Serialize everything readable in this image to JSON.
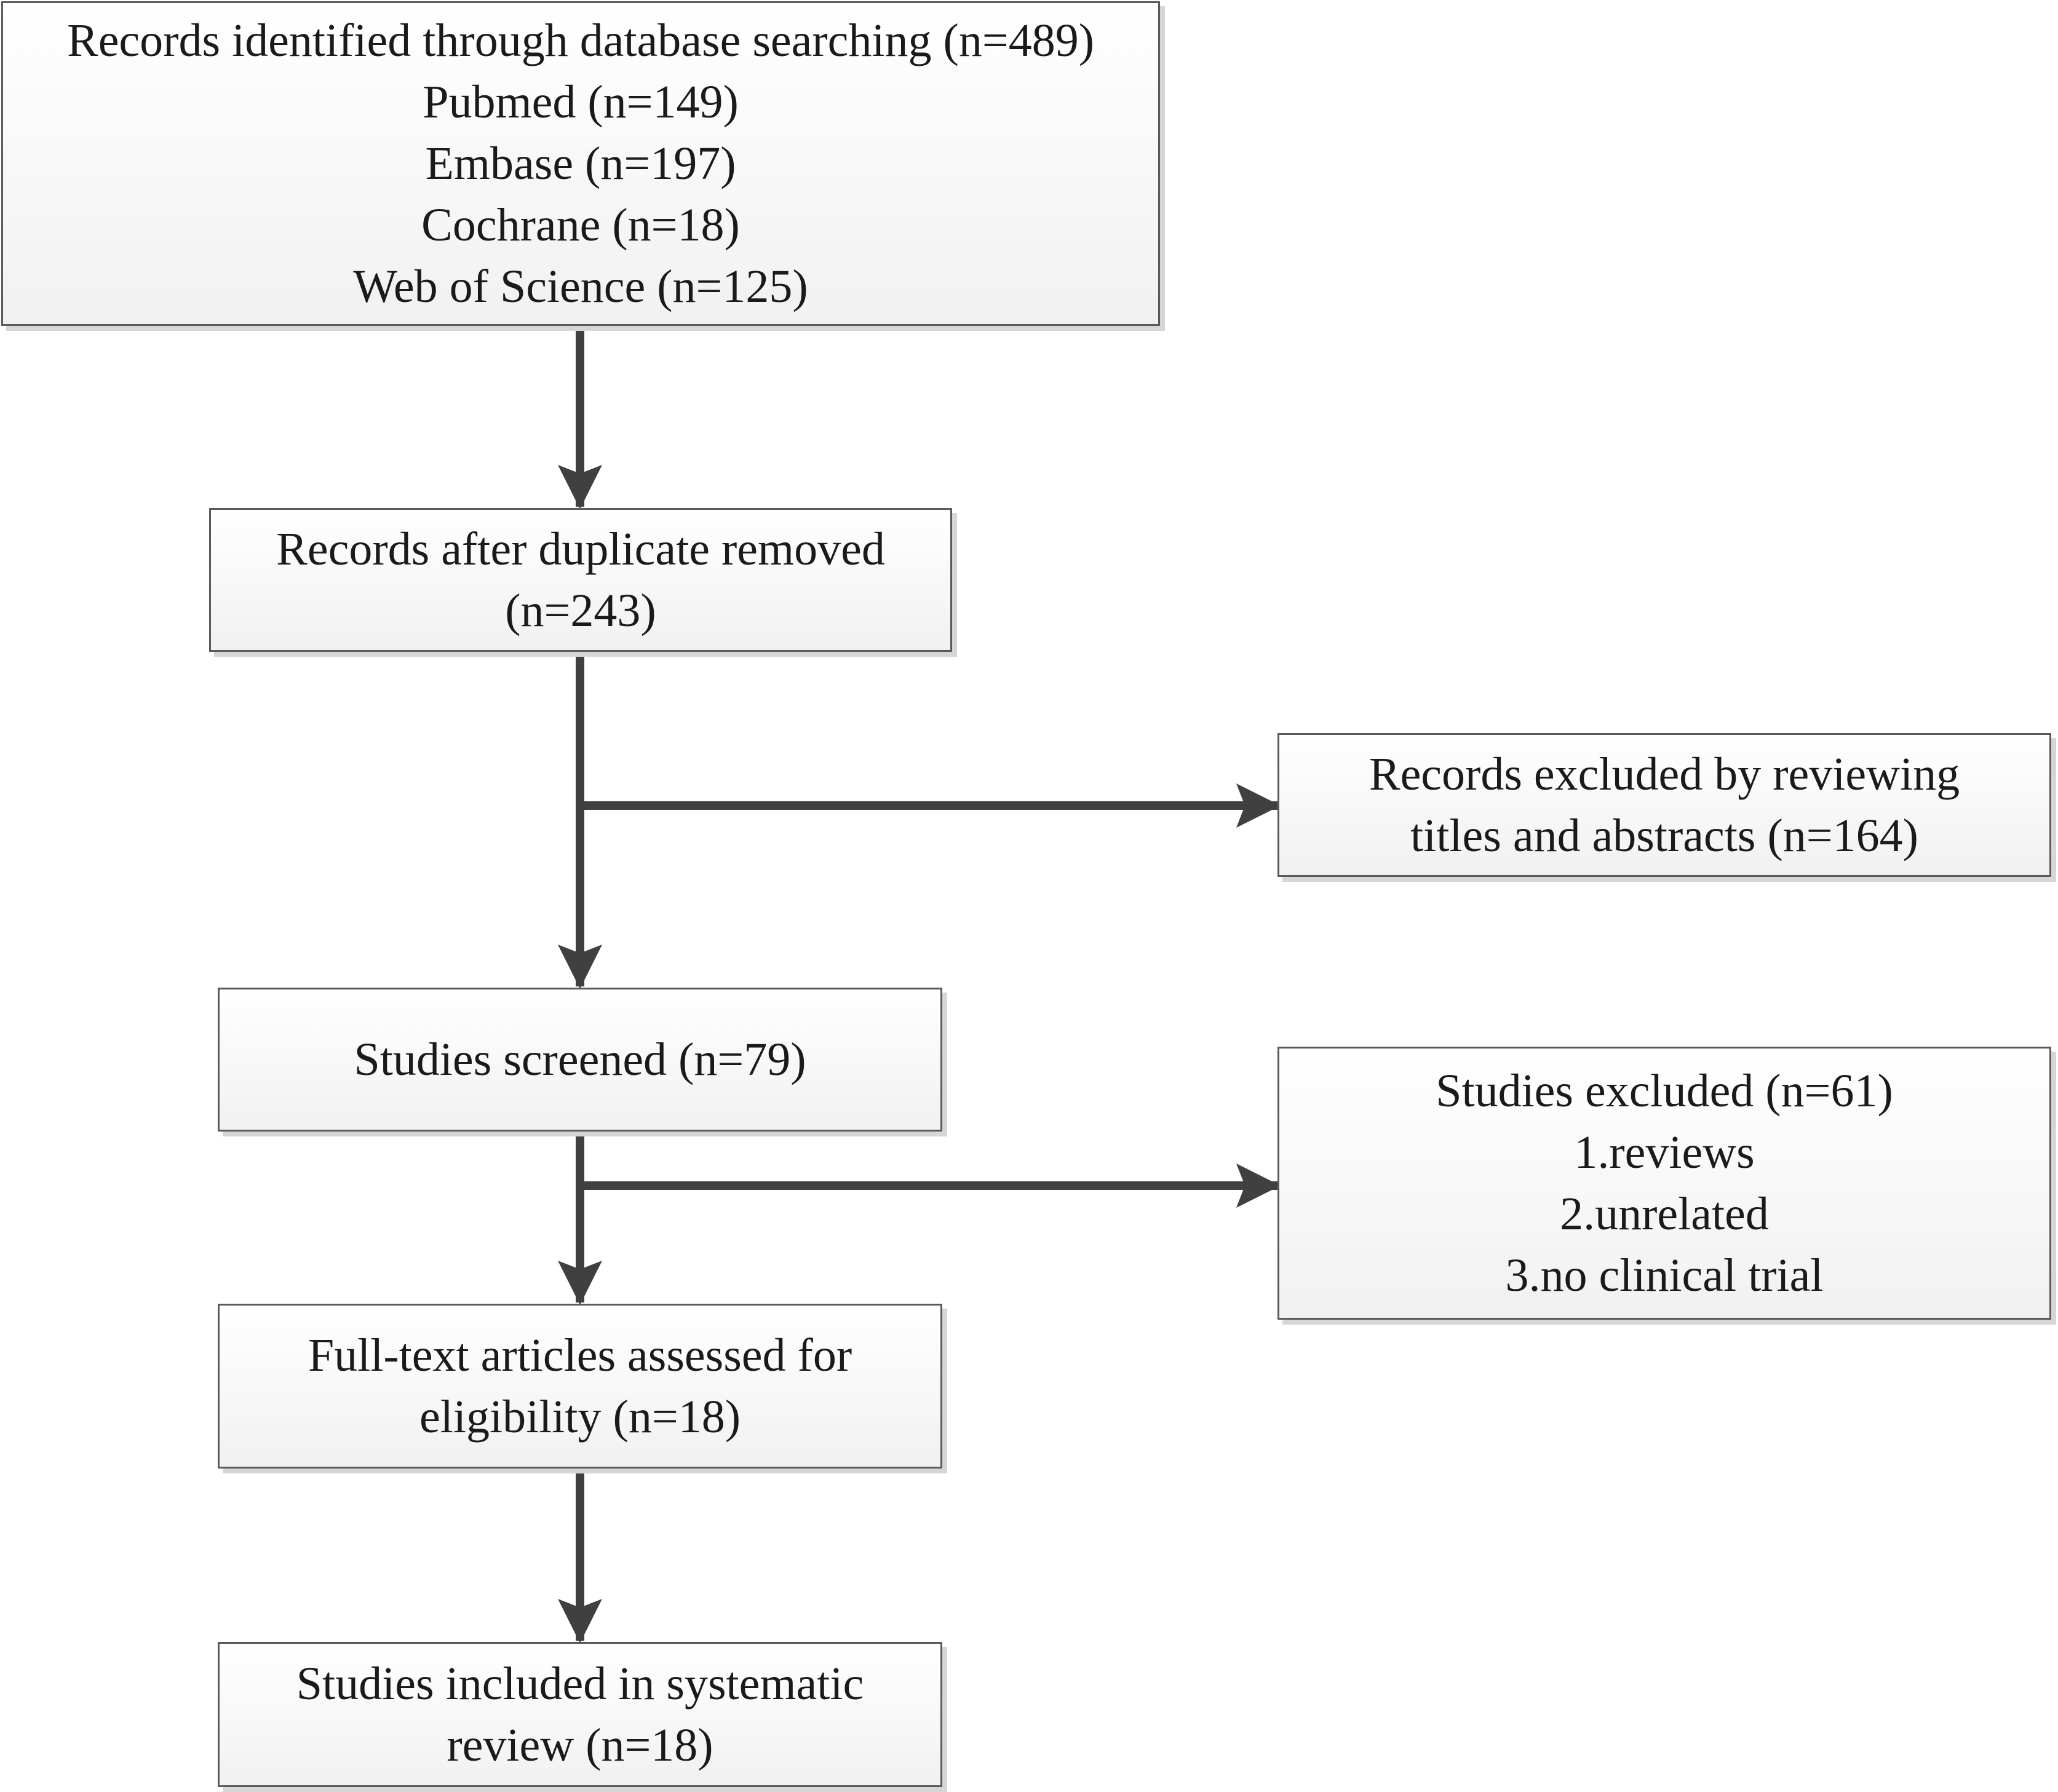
{
  "nodes": {
    "identified": {
      "lines": [
        "Records identified through database searching (n=489)",
        "Pubmed (n=149)",
        "Embase (n=197)",
        "Cochrane (n=18)",
        "Web of Science (n=125)"
      ]
    },
    "after_duplicates": {
      "lines": [
        "Records after duplicate removed",
        "(n=243)"
      ]
    },
    "excluded_titles": {
      "lines": [
        "Records excluded by reviewing",
        "titles and abstracts (n=164)"
      ]
    },
    "screened": {
      "lines": [
        "Studies screened (n=79)"
      ]
    },
    "studies_excluded": {
      "lines": [
        "Studies excluded (n=61)",
        "1.reviews",
        "2.unrelated",
        "3.no clinical trial"
      ]
    },
    "full_text": {
      "lines": [
        "Full-text articles assessed for",
        "eligibility (n=18)"
      ]
    },
    "included": {
      "lines": [
        "Studies included in systematic",
        "review (n=18)"
      ]
    }
  },
  "colors": {
    "arrow": "#404040",
    "box_border": "#5a5a5a"
  }
}
